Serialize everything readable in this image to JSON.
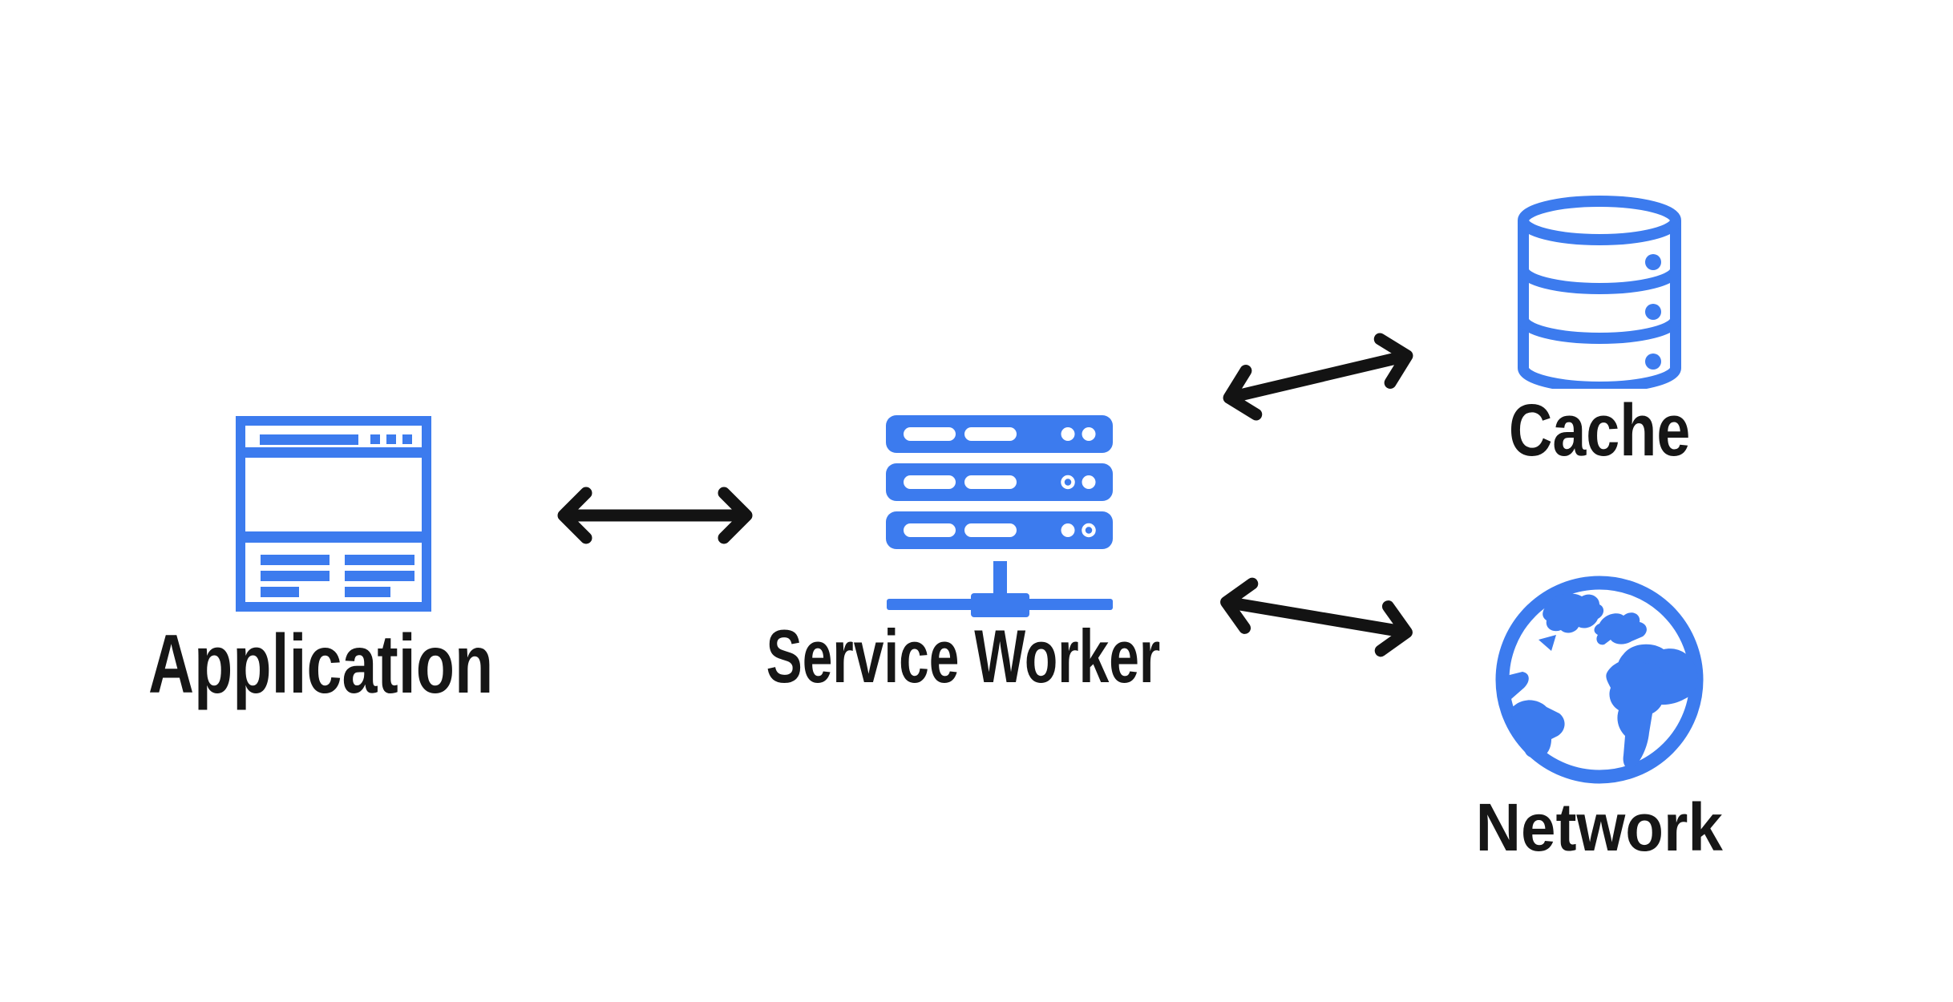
{
  "canvas": {
    "background": "#ffffff"
  },
  "colors": {
    "icon_blue": "#3C7BEE",
    "label_black": "#161616",
    "arrow_black": "#131313"
  },
  "nodes": [
    {
      "id": "application",
      "label": "Application",
      "icon": "browser-window-icon"
    },
    {
      "id": "service-worker",
      "label": "Service Worker",
      "icon": "server-rack-icon"
    },
    {
      "id": "cache",
      "label": "Cache",
      "icon": "database-cylinder-icon"
    },
    {
      "id": "network",
      "label": "Network",
      "icon": "globe-icon"
    }
  ],
  "edges": [
    {
      "from": "Application",
      "to": "Service Worker",
      "style": "double-headed-arrow"
    },
    {
      "from": "Service Worker",
      "to": "Cache",
      "style": "double-headed-arrow"
    },
    {
      "from": "Service Worker",
      "to": "Network",
      "style": "double-headed-arrow"
    }
  ]
}
